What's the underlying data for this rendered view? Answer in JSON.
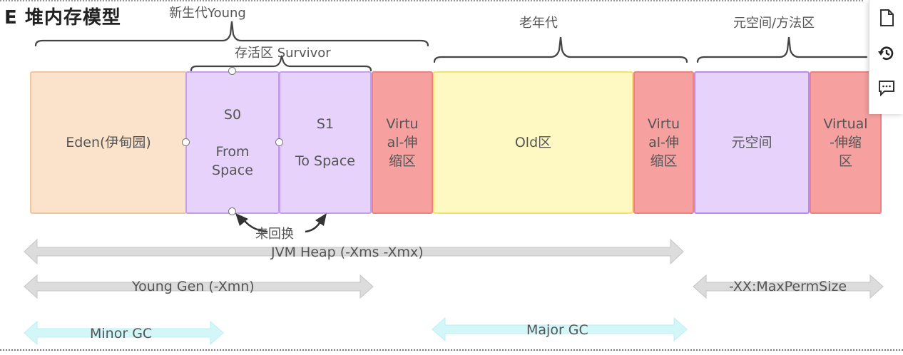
{
  "title": "E 堆内存模型",
  "labels": {
    "young": "新生代Young",
    "survivor": "存活区 Survivor",
    "old_gen": "老年代",
    "metaspace": "元空间/方法区",
    "swap": "来回换"
  },
  "regions": {
    "eden": "Eden(伊甸园)",
    "s0": "S0\n\nFrom\nSpace",
    "s1": "S1\n\nTo Space",
    "virtual1": "Virtu\nal-伸\n缩区",
    "old": "Old区",
    "virtual2": "Virtu\nal-伸\n缩区",
    "metaspace": "元空间",
    "virtual3": "Virtual\n-伸缩\n区"
  },
  "ranges": {
    "jvm_heap": "JVM Heap (-Xms -Xmx)",
    "young_gen": "Young Gen (-Xmn)",
    "max_perm": "-XX:MaxPermSize",
    "minor_gc": "Minor GC",
    "major_gc": "Major GC"
  },
  "toolbar": {
    "items": [
      "document-icon",
      "history-icon",
      "comment-icon"
    ]
  },
  "colors": {
    "eden": "#fbe2cb",
    "survivor": "#e6d2fb",
    "virtual": "#f6a0a0",
    "old": "#fef9c2",
    "range_arrow": "#d9d9d9",
    "gc_arrow": "#d3f6f8"
  }
}
